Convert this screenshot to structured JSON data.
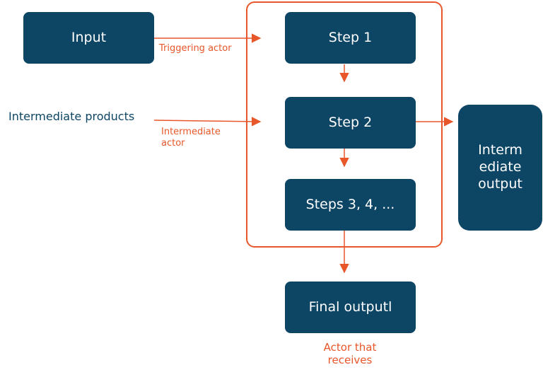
{
  "colors": {
    "node_fill": "#0d4565",
    "node_text": "#ffffff",
    "accent": "#e8572a",
    "navy_text": "#0d4565",
    "background": "#ffffff"
  },
  "nodes": {
    "input": "Input",
    "step1": "Step 1",
    "step2": "Step 2",
    "steps_more": "Steps 3, 4, ...",
    "final_output": "Final outputl",
    "intermediate_output": [
      "Interm",
      "ediate",
      "output"
    ]
  },
  "labels": {
    "intermediate_products": "Intermediate products",
    "triggering_actor": "Triggering actor",
    "intermediate_actor": [
      "Intermediate",
      "actor"
    ],
    "actor_receives": [
      "Actor that",
      "receives"
    ]
  }
}
